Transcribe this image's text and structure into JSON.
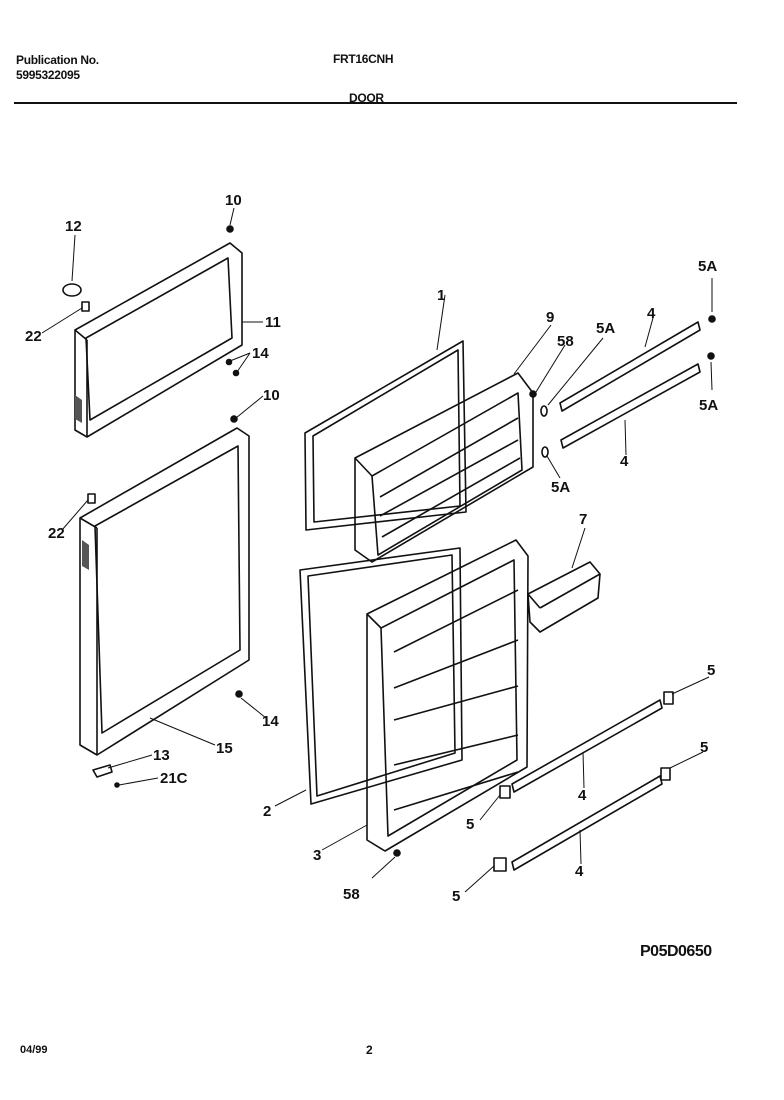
{
  "header": {
    "publication_label": "Publication No.",
    "publication_number": "5995322095",
    "model": "FRT16CNH",
    "section": "DOOR"
  },
  "callouts": {
    "c1": "1",
    "c2": "2",
    "c3": "3",
    "c4a": "4",
    "c4b": "4",
    "c4c": "4",
    "c4d": "4",
    "c5a": "5",
    "c5b": "5",
    "c5c": "5",
    "c5d": "5",
    "c5Aa": "5A",
    "c5Ab": "5A",
    "c5Ac": "5A",
    "c5Ad": "5A",
    "c7": "7",
    "c9": "9",
    "c10a": "10",
    "c10b": "10",
    "c11": "11",
    "c12": "12",
    "c13": "13",
    "c14a": "14",
    "c14b": "14",
    "c15": "15",
    "c21C": "21C",
    "c22a": "22",
    "c22b": "22",
    "c58a": "58",
    "c58b": "58"
  },
  "footer": {
    "diagram_id": "P05D0650",
    "date": "04/99",
    "page": "2"
  }
}
